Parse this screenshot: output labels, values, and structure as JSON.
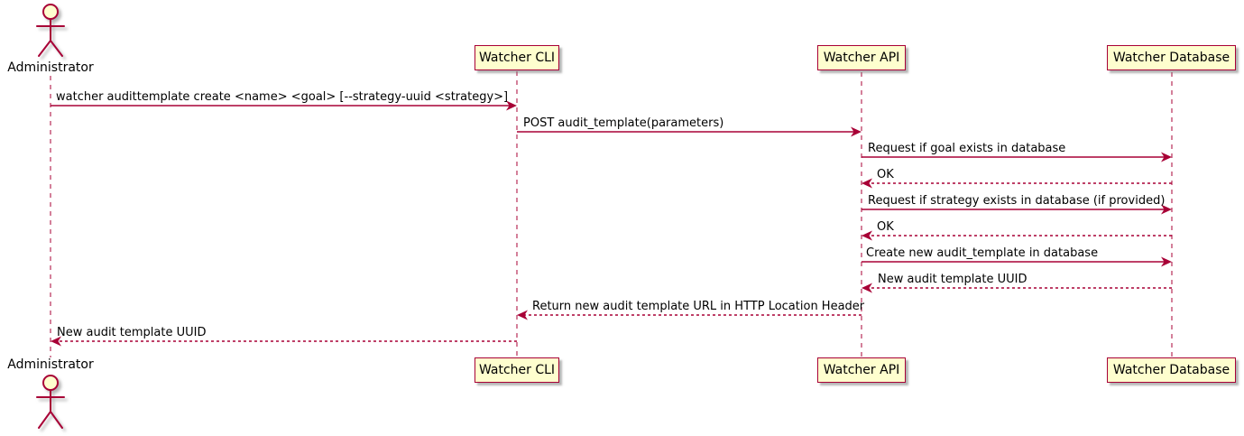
{
  "diagram": {
    "type": "uml-sequence",
    "theme": {
      "accent": "#A80036",
      "participant_fill": "#FEFECE",
      "participant_border": "#A80036",
      "lifeline_color": "#A80036",
      "text_color": "#000000",
      "background": "#FFFFFF"
    },
    "actors": [
      {
        "name": "Administrator",
        "kind": "actor"
      },
      {
        "name": "Watcher CLI",
        "kind": "participant"
      },
      {
        "name": "Watcher API",
        "kind": "participant"
      },
      {
        "name": "Watcher Database",
        "kind": "participant"
      }
    ],
    "messages": [
      {
        "from": "Administrator",
        "to": "Watcher CLI",
        "line": "solid",
        "text": "watcher audittemplate create <name> <goal> [--strategy-uuid <strategy>]"
      },
      {
        "from": "Watcher CLI",
        "to": "Watcher API",
        "line": "solid",
        "text": "POST audit_template(parameters)"
      },
      {
        "from": "Watcher API",
        "to": "Watcher Database",
        "line": "solid",
        "text": "Request if goal exists in database"
      },
      {
        "from": "Watcher Database",
        "to": "Watcher API",
        "line": "dashed",
        "text": "OK"
      },
      {
        "from": "Watcher API",
        "to": "Watcher Database",
        "line": "solid",
        "text": "Request if strategy exists in database (if provided)"
      },
      {
        "from": "Watcher Database",
        "to": "Watcher API",
        "line": "dashed",
        "text": "OK"
      },
      {
        "from": "Watcher API",
        "to": "Watcher Database",
        "line": "solid",
        "text": "Create new audit_template in database"
      },
      {
        "from": "Watcher Database",
        "to": "Watcher API",
        "line": "dashed",
        "text": "New audit template UUID"
      },
      {
        "from": "Watcher API",
        "to": "Watcher CLI",
        "line": "dashed",
        "text": "Return new audit template URL in HTTP Location Header"
      },
      {
        "from": "Watcher CLI",
        "to": "Administrator",
        "line": "dashed",
        "text": "New audit template UUID"
      }
    ]
  }
}
